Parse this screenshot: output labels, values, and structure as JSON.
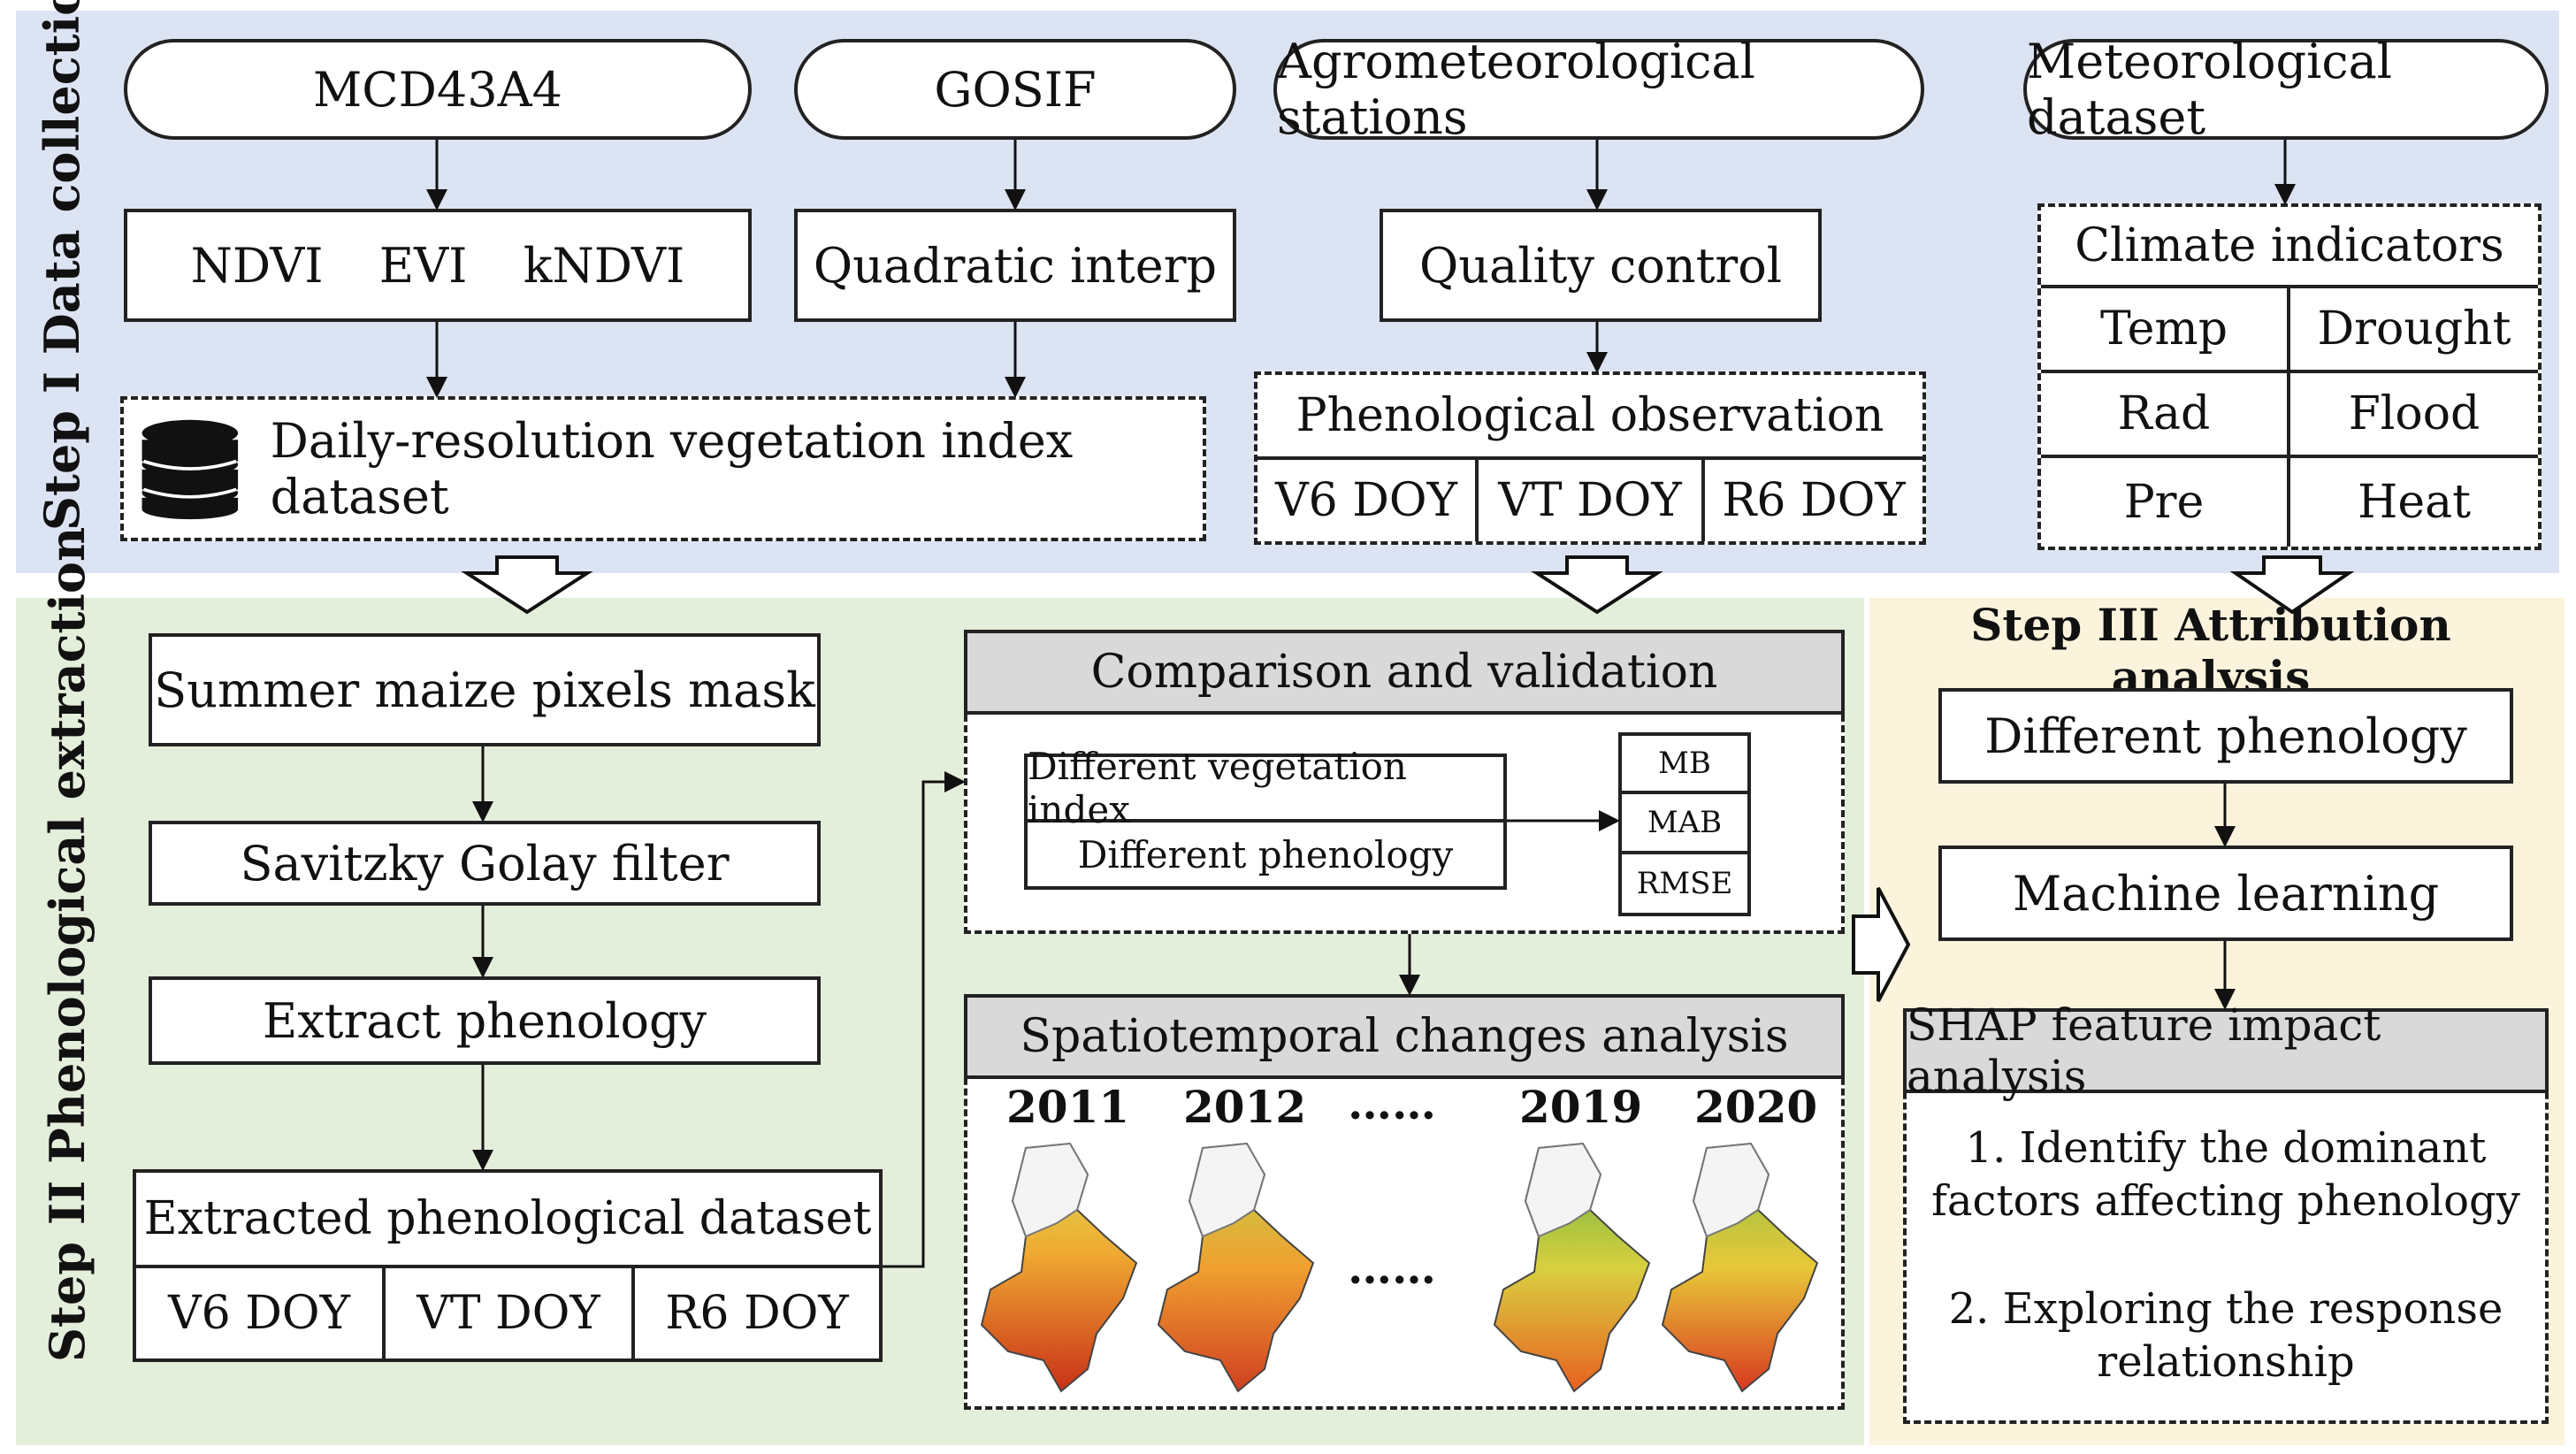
{
  "step1": {
    "label": "Step I Data collection",
    "mcd": "MCD43A4",
    "gosif": "GOSIF",
    "agro": "Agrometeorological stations",
    "meteo": "Meteorological dataset",
    "vi": [
      "NDVI",
      "EVI",
      "kNDVI"
    ],
    "quad": "Quadratic interp",
    "quality": "Quality control",
    "daily": "Daily-resolution vegetation index dataset",
    "pheno_obs": "Phenological observation",
    "obs_doy": [
      "V6 DOY",
      "VT DOY",
      "R6 DOY"
    ],
    "climate_title": "Climate indicators",
    "climate": [
      "Temp",
      "Drought",
      "Rad",
      "Flood",
      "Pre",
      "Heat"
    ]
  },
  "step2": {
    "label": "Step II Phenological extraction",
    "mask": "Summer maize pixels mask",
    "sg": "Savitzky Golay filter",
    "extract": "Extract phenology",
    "extracted": "Extracted phenological dataset",
    "ext_doy": [
      "V6 DOY",
      "VT DOY",
      "R6 DOY"
    ],
    "comparison": "Comparison and validation",
    "diff_vi": "Different vegetation index",
    "diff_pheno": "Different phenology",
    "metrics": [
      "MB",
      "MAB",
      "RMSE"
    ],
    "spatio": "Spatiotemporal changes analysis",
    "years": [
      "2011",
      "2012",
      "2019",
      "2020"
    ],
    "dots": "……",
    "map_dots": "……"
  },
  "step3": {
    "label": "Step III Attribution analysis",
    "diff_pheno": "Different phenology",
    "ml": "Machine learning",
    "shap": "SHAP feature impact analysis",
    "item1a": "1. Identify the dominant",
    "item1b": "factors affecting phenology",
    "item2a": "2. Exploring the response",
    "item2b": "relationship"
  },
  "colors": {
    "step1_bg": "#dce3f2",
    "step2_bg": "#e3eedb",
    "step3_bg": "#fbf3dc",
    "header_gray": "#d9d9d9"
  },
  "icons": {
    "database": "database-icon"
  }
}
